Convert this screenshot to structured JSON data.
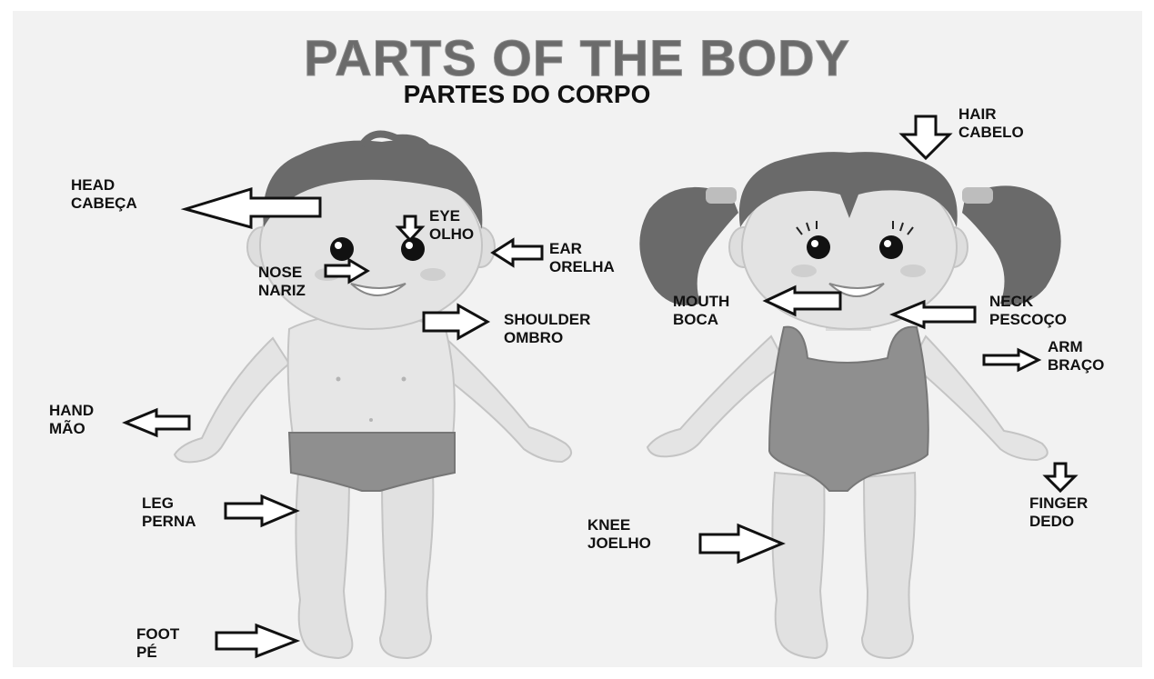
{
  "title": "PARTS OF THE BODY",
  "subtitle": "PARTES DO CORPO",
  "labels": {
    "head": {
      "en": "HEAD",
      "pt": "CABEÇA"
    },
    "eye": {
      "en": "EYE",
      "pt": "OLHO"
    },
    "ear": {
      "en": "EAR",
      "pt": "ORELHA"
    },
    "nose": {
      "en": "NOSE",
      "pt": "NARIZ"
    },
    "shoulder": {
      "en": "SHOULDER",
      "pt": "OMBRO"
    },
    "hand": {
      "en": "HAND",
      "pt": "MÃO"
    },
    "leg": {
      "en": "LEG",
      "pt": "PERNA"
    },
    "foot": {
      "en": "FOOT",
      "pt": "PÉ"
    },
    "hair": {
      "en": "HAIR",
      "pt": "CABELO"
    },
    "mouth": {
      "en": "MOUTH",
      "pt": "BOCA"
    },
    "neck": {
      "en": "NECK",
      "pt": "PESCOÇO"
    },
    "arm": {
      "en": "ARM",
      "pt": "BRAÇO"
    },
    "finger": {
      "en": "FINGER",
      "pt": "DEDO"
    },
    "knee": {
      "en": "KNEE",
      "pt": "JOELHO"
    }
  }
}
